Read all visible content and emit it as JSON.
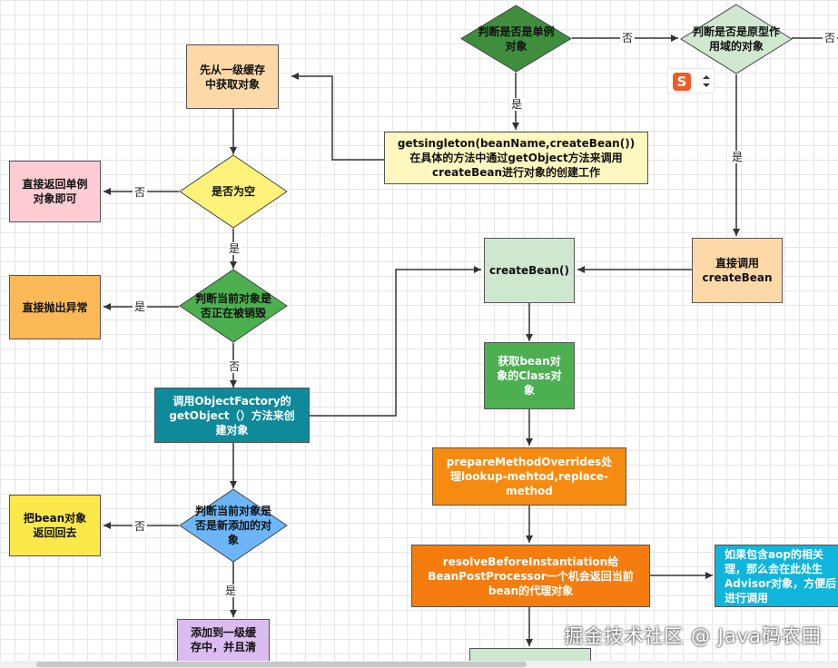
{
  "nodes": {
    "first_cache": "先从一级缓存中获取对象",
    "return_singleton": "直接返回单例对象即可",
    "throw_exception": "直接抛出异常",
    "object_factory": "调用ObjectFactory的getObject（）方法来创建对象",
    "return_bean": "把bean对象返回回去",
    "add_first_cache": "添加到一级缓存中，并且清",
    "get_singleton": "getsingleton(beanName,createBean())在具体的方法中通过getObject方法来调用createBean进行对象的创建工作",
    "create_bean": "createBean()",
    "direct_call": "直接调用createBean",
    "get_class": "获取bean对象的Class对象",
    "prepare_overrides": "prepareMethodOverrides处理lookup-mehtod,replace-method",
    "resolve_before": "resolveBeforeInstantiation给BeanPostProcessor一个机会返回当前bean的代理对象",
    "aop_note": "如果包含aop的相关理，那么会在此处生Advisor对象，方便后进行调用",
    "bottom_box": ""
  },
  "decisions": {
    "is_singleton": "判断是否是单例对象",
    "is_prototype": "判断是否是原型作用域的对象",
    "is_empty": "是否为空",
    "being_destroyed": "判断当前对象是否正在被销毁",
    "newly_added": "判断当前对象是否是新添加的对象"
  },
  "edge_labels": {
    "singleton_no": "否",
    "prototype_no": "否",
    "singleton_yes": "是",
    "prototype_yes": "是",
    "empty_no": "否",
    "empty_yes": "是",
    "destroyed_yes": "是",
    "destroyed_no": "否",
    "added_no": "否",
    "added_yes": "是"
  },
  "ime_widget": {
    "logo": "S"
  },
  "watermark": "掘金技术社区 @ Java码农田",
  "colors": {
    "peach": "#fdd9a8",
    "pink": "#fecdd3",
    "orange_light": "#fbb957",
    "teal": "#0e8a9a",
    "yellow": "#fbe94a",
    "purple": "#dbbcf0",
    "light_yellow": "#fdf7c0",
    "light_green": "#cde8cf",
    "green": "#4caf50",
    "orange": "#f68b12",
    "orange_dark": "#f57d0f",
    "cyan": "#10b5dc",
    "diamond_green": "#3e8e3e",
    "diamond_yellow": "#fdf27a",
    "diamond_blue": "#6cb6f7",
    "diamond_lightgreen": "#cfe8cf",
    "line": "#333333"
  }
}
